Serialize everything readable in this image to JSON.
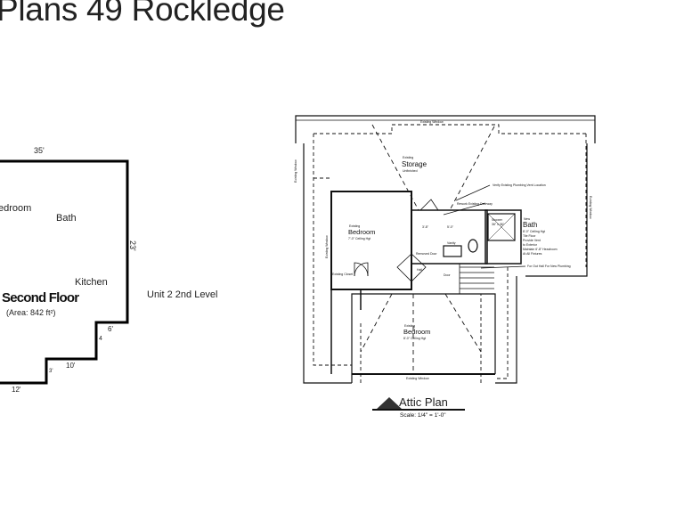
{
  "title": "Plans 49 Rockledge",
  "second_floor": {
    "dim_top": "35'",
    "dim_right": "23'",
    "dim_step_right": "6'",
    "dim_step_bottom": "10'",
    "dim_bottom": "12'",
    "dim_small": "4",
    "dim_small2": "3'",
    "room_bedroom": "edroom",
    "room_bath": "Bath",
    "room_kitchen": "Kitchen",
    "floor_label": "Second Floor",
    "area_label": "(Area: 842 ft²)",
    "unit_label": "Unit 2 2nd Level"
  },
  "attic": {
    "plan_title": "Attic Plan",
    "scale": "Scale: 1/4\" = 1'-0\"",
    "existing_dormer_top": "Existing Window",
    "existing_window_bottom": "Existing Window",
    "storage_prefix": "Existing",
    "storage": "Storage",
    "storage_sub": "Unfinished",
    "bedroom1_prefix": "Existing",
    "bedroom1": "Bedroom",
    "bedroom1_sub": "7'-0\" Ceiling Hgt",
    "bedroom2_prefix": "Existing",
    "bedroom2": "Bedroom",
    "bedroom2_sub": "8'-0\" Ceiling Hgt",
    "bath_prefix": "New",
    "bath": "Bath",
    "bath_notes": [
      "8'-0\" Ceiling Hgt",
      "Tile Floor",
      "Provide Vent",
      "to Exterior",
      "Maintain 6'-8\" Headroom",
      "At All Fixtures"
    ],
    "note_vent": "Verify Existing Plumbing Vent Location",
    "note_doorway": "Rework Existing Doorway",
    "note_cut": "For Out Hall For New Plumbing",
    "shower": "Shower",
    "shower_size": "36\" x 36\"",
    "vanity": "Vanity",
    "removed_door": "Removed Door",
    "dim_a": "3'-8\"",
    "dim_b": "5'-0\"",
    "wc": "WC",
    "hall_a": "Hall",
    "hall_b": "Door",
    "closet": "Existing Closet",
    "ext_window_left": "Existing Window",
    "ext_window_right": "Existing Window",
    "ext_window_leftlow": "Existing Window"
  }
}
